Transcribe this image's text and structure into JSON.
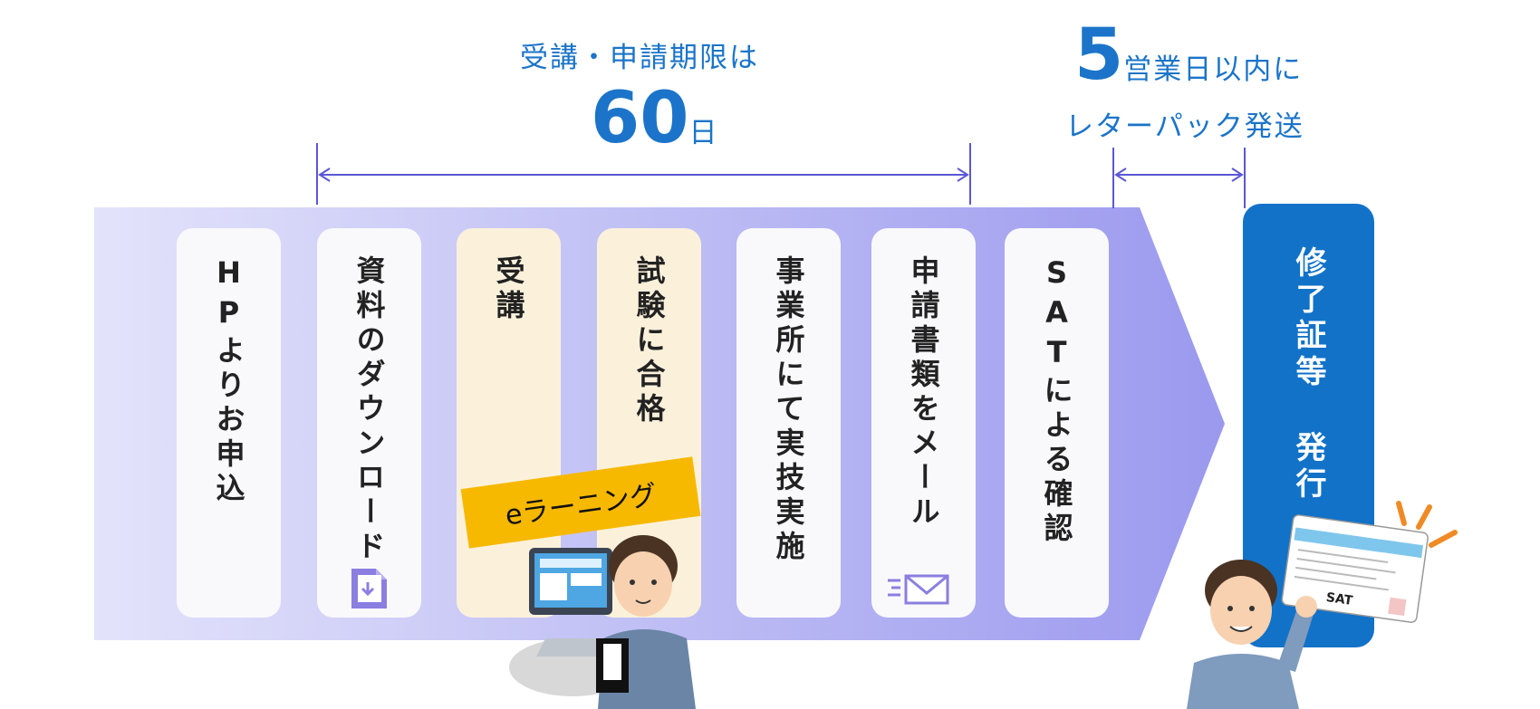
{
  "deadline": {
    "label": "受講・申請期限は",
    "number": "60",
    "unit": "日"
  },
  "shipping": {
    "number": "5",
    "line1": "営業日以内に",
    "line2": "レターパック発送"
  },
  "steps": [
    {
      "label": "HPよりお申込",
      "highlight": false
    },
    {
      "label": "資料のダウンロード",
      "highlight": false,
      "icon": "download-document-icon"
    },
    {
      "label": "受講",
      "highlight": true
    },
    {
      "label": "試験に合格",
      "highlight": true
    },
    {
      "label": "事業所にて実技実施",
      "highlight": false
    },
    {
      "label": "申請書類をメール",
      "highlight": false,
      "icon": "mail-icon"
    },
    {
      "label": "SATによる確認",
      "highlight": false
    }
  ],
  "final": {
    "line1": "修了証等",
    "line2": "発行"
  },
  "elearning_badge": "eラーニング",
  "certificate": {
    "brand": "SAT"
  },
  "colors": {
    "accent_blue": "#1b74c9",
    "final_blue": "#1172c8",
    "highlight": "#fbf1db",
    "badge": "#f7b800",
    "arrow_start": "#e3e3fb",
    "arrow_end": "#9b99ee",
    "dimension_line": "#5b56d6"
  }
}
